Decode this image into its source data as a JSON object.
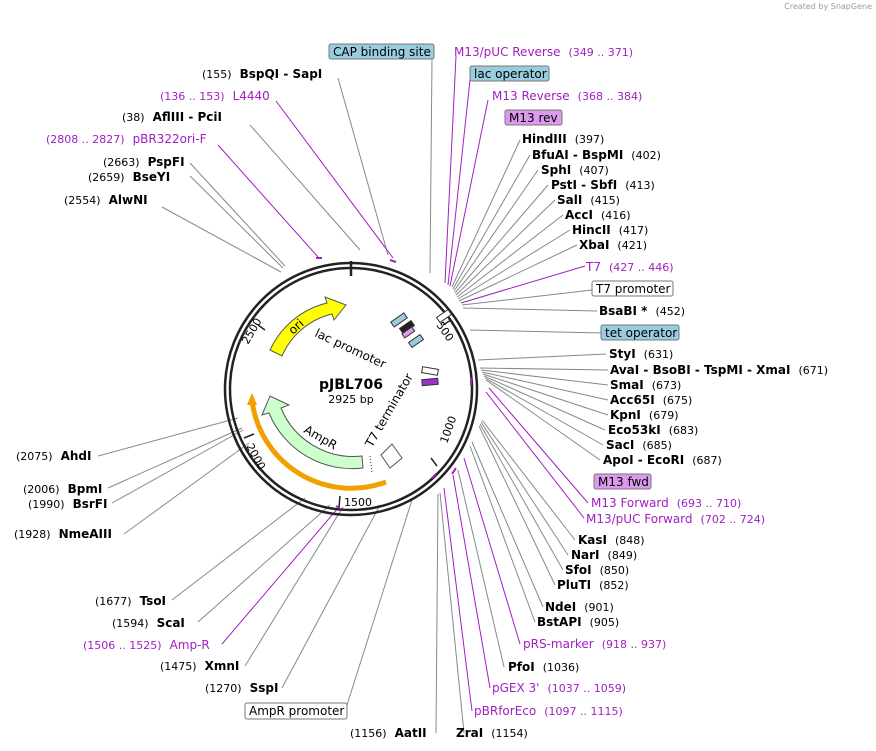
{
  "credit": "Created by SnapGene",
  "plasmid": {
    "name": "pJBL706",
    "length": "2925 bp"
  },
  "ticks": [
    "500",
    "1000",
    "1500",
    "2000",
    "2500"
  ],
  "features": {
    "ori": "ori",
    "lac_promoter": "lac promoter",
    "ampR": "AmpR",
    "t7_terminator": "T7 terminator"
  },
  "labels": {
    "top": [
      {
        "name": "BspQI - SapI",
        "pos": "(155)"
      },
      {
        "name": "L4440",
        "pos": "(136 .. 153)"
      },
      {
        "name": "AflIII - PciI",
        "pos": "(38)"
      },
      {
        "name": "pBR322ori-F",
        "pos": "(2808 .. 2827)"
      },
      {
        "name": "PspFI",
        "pos": "(2663)"
      },
      {
        "name": "BseYI",
        "pos": "(2659)"
      },
      {
        "name": "AlwNI",
        "pos": "(2554)"
      }
    ],
    "right": [
      {
        "name": "CAP binding site"
      },
      {
        "name": "M13/pUC Reverse",
        "pos": "(349 .. 371)"
      },
      {
        "name": "lac operator"
      },
      {
        "name": "M13 Reverse",
        "pos": "(368 .. 384)"
      },
      {
        "name": "M13 rev"
      },
      {
        "name": "HindIII",
        "pos": "(397)"
      },
      {
        "name": "BfuAI - BspMI",
        "pos": "(402)"
      },
      {
        "name": "SphI",
        "pos": "(407)"
      },
      {
        "name": "PstI - SbfI",
        "pos": "(413)"
      },
      {
        "name": "SalI",
        "pos": "(415)"
      },
      {
        "name": "AccI",
        "pos": "(416)"
      },
      {
        "name": "HincII",
        "pos": "(417)"
      },
      {
        "name": "XbaI",
        "pos": "(421)"
      },
      {
        "name": "T7",
        "pos": "(427 .. 446)"
      },
      {
        "name": "T7 promoter"
      },
      {
        "name": "BsaBI *",
        "pos": "(452)"
      },
      {
        "name": "tet operator"
      },
      {
        "name": "StyI",
        "pos": "(631)"
      },
      {
        "name": "AvaI - BsoBI - TspMI - XmaI",
        "pos": "(671)"
      },
      {
        "name": "SmaI",
        "pos": "(673)"
      },
      {
        "name": "Acc65I",
        "pos": "(675)"
      },
      {
        "name": "KpnI",
        "pos": "(679)"
      },
      {
        "name": "Eco53kI",
        "pos": "(683)"
      },
      {
        "name": "SacI",
        "pos": "(685)"
      },
      {
        "name": "ApoI - EcoRI",
        "pos": "(687)"
      },
      {
        "name": "M13 fwd"
      },
      {
        "name": "M13 Forward",
        "pos": "(693 .. 710)"
      },
      {
        "name": "M13/pUC Forward",
        "pos": "(702 .. 724)"
      },
      {
        "name": "KasI",
        "pos": "(848)"
      },
      {
        "name": "NarI",
        "pos": "(849)"
      },
      {
        "name": "SfoI",
        "pos": "(850)"
      },
      {
        "name": "PluTI",
        "pos": "(852)"
      },
      {
        "name": "NdeI",
        "pos": "(901)"
      },
      {
        "name": "BstAPI",
        "pos": "(905)"
      },
      {
        "name": "pRS-marker",
        "pos": "(918 .. 937)"
      },
      {
        "name": "PfoI",
        "pos": "(1036)"
      },
      {
        "name": "pGEX 3'",
        "pos": "(1037 .. 1059)"
      },
      {
        "name": "pBRforEco",
        "pos": "(1097 .. 1115)"
      },
      {
        "name": "ZraI",
        "pos": "(1154)"
      }
    ],
    "left": [
      {
        "name": "AhdI",
        "pos": "(2075)"
      },
      {
        "name": "BpmI",
        "pos": "(2006)"
      },
      {
        "name": "BsrFI",
        "pos": "(1990)"
      },
      {
        "name": "NmeAIII",
        "pos": "(1928)"
      },
      {
        "name": "TsoI",
        "pos": "(1677)"
      },
      {
        "name": "ScaI",
        "pos": "(1594)"
      },
      {
        "name": "Amp-R",
        "pos": "(1506 .. 1525)"
      },
      {
        "name": "XmnI",
        "pos": "(1475)"
      },
      {
        "name": "SspI",
        "pos": "(1270)"
      },
      {
        "name": "AmpR promoter"
      },
      {
        "name": "AatII",
        "pos": "(1156)"
      }
    ]
  },
  "colors": {
    "primer": "#a020c0",
    "enzyme": "#000000",
    "leader": "#888888",
    "ori": "#ffff00",
    "ampR": "#ccffcc",
    "ampR_promoter": "#f0a000",
    "blue_feature": "#99ccdd",
    "purple_feature": "#dd99ee"
  }
}
